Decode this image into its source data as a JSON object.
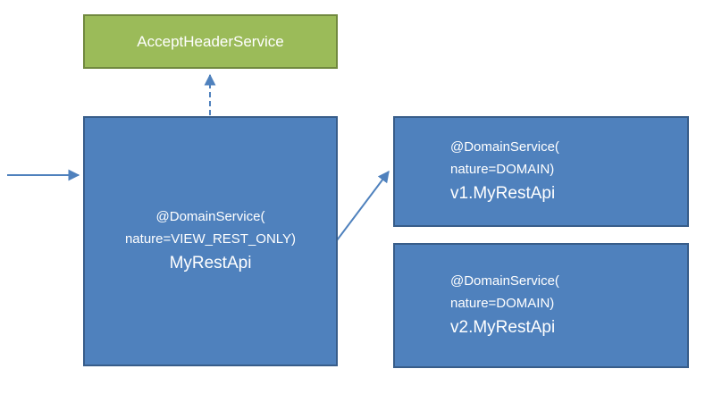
{
  "colors": {
    "blue_fill": "#4f81bd",
    "blue_border": "#385d8a",
    "green_fill": "#9bbb59",
    "green_border": "#71893f",
    "arrow": "#4f81bd",
    "text": "#ffffff"
  },
  "boxes": {
    "accept_header_service": {
      "title": "AcceptHeaderService"
    },
    "my_rest_api": {
      "annotation_line1": "@DomainService(",
      "annotation_line2": "nature=VIEW_REST_ONLY)",
      "title": "MyRestApi"
    },
    "v1": {
      "annotation_line1": "@DomainService(",
      "annotation_line2": "nature=DOMAIN)",
      "title": "v1.MyRestApi"
    },
    "v2": {
      "annotation_line1": "@DomainService(",
      "annotation_line2": "nature=DOMAIN)",
      "title": "v2.MyRestApi"
    }
  }
}
